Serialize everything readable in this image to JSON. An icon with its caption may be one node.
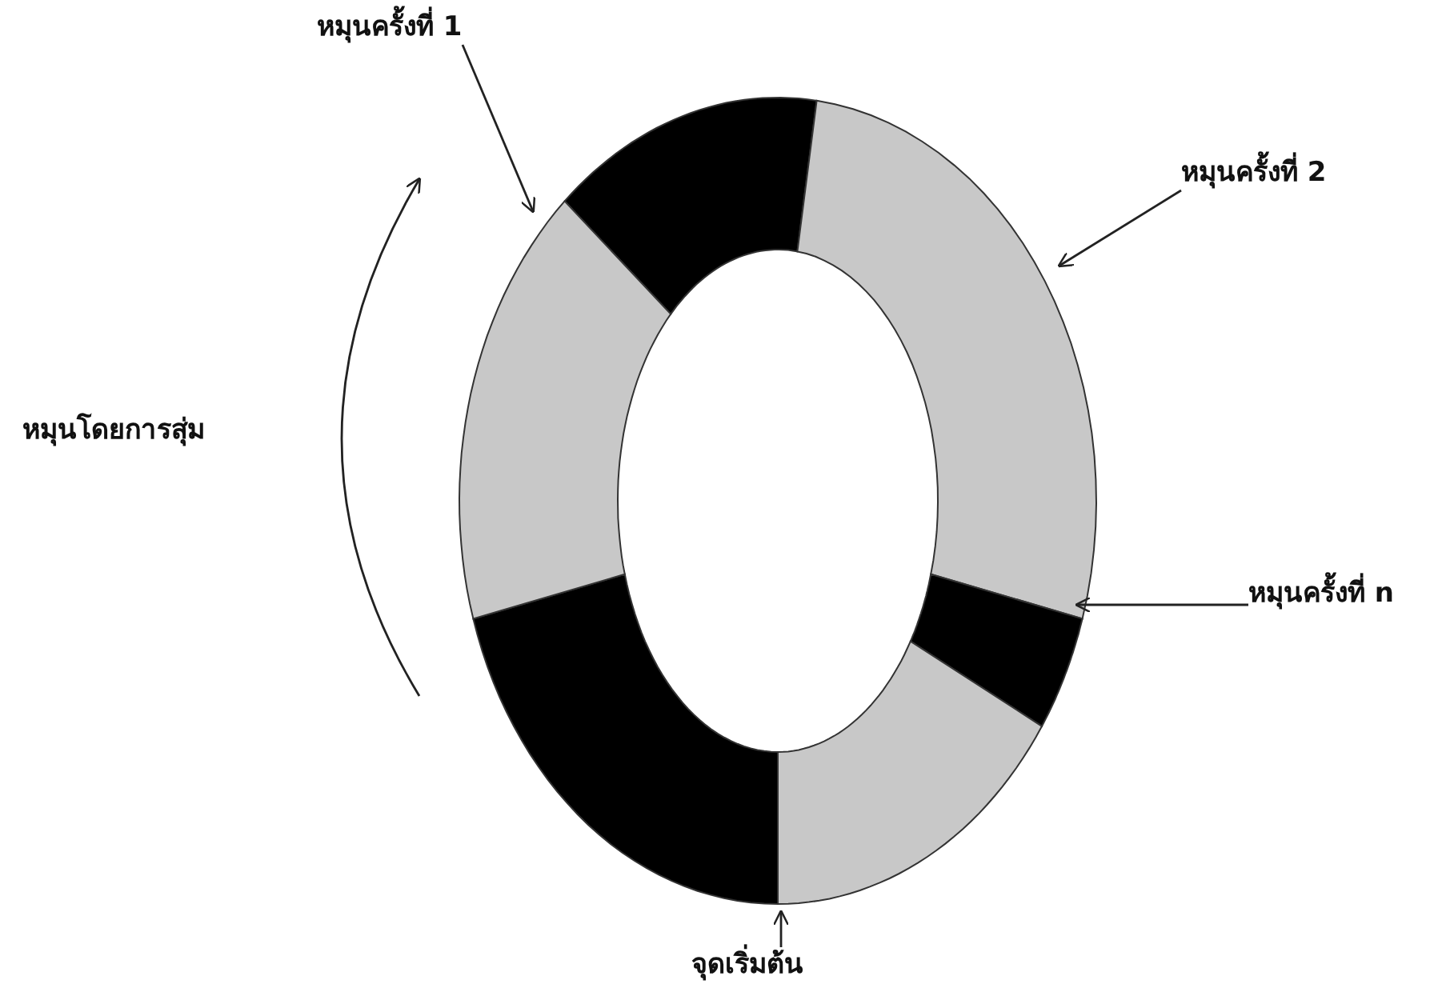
{
  "diagram": {
    "nodes": [
      {
        "text": [
          "หมุนครั้งที่ 1"
        ]
      },
      {
        "text": [
          "หมุนครั้งที่ 2"
        ]
      },
      {
        "text": [
          "หมุนครั้งที่ n"
        ]
      },
      {
        "text": [
          "จุดเริ่มต้น"
        ]
      }
    ],
    "edges": [
      {
        "from": 0,
        "to": null,
        "arrow": "to"
      },
      {
        "from": 1,
        "to": null,
        "arrow": "to"
      },
      {
        "from": 2,
        "to": null,
        "arrow": "to"
      },
      {
        "from": 3,
        "to": null,
        "arrow": "to"
      }
    ],
    "labels": [
      "หมุนโดยการสุ่ม"
    ]
  }
}
